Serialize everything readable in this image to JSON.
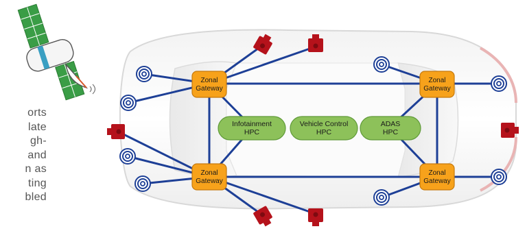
{
  "side_text_fragments": [
    "orts",
    "late",
    "gh-",
    "and",
    "n as",
    "ting",
    "bled"
  ],
  "zonal_gateway_label": [
    "Zonal",
    "Gateway"
  ],
  "hpcs": {
    "infotainment": [
      "Infotainment",
      "HPC"
    ],
    "vehicle_control": [
      "Vehicle Control",
      "HPC"
    ],
    "adas": [
      "ADAS",
      "HPC"
    ]
  },
  "colors": {
    "gateway": "#f7a21b",
    "hpc": "#8dc15a",
    "link": "#1d3f96",
    "camera": "#b5121b",
    "sensor": "#1d3f96"
  },
  "icons": [
    "satellite-icon",
    "camera-icon",
    "radar-sensor-icon",
    "car-body"
  ]
}
